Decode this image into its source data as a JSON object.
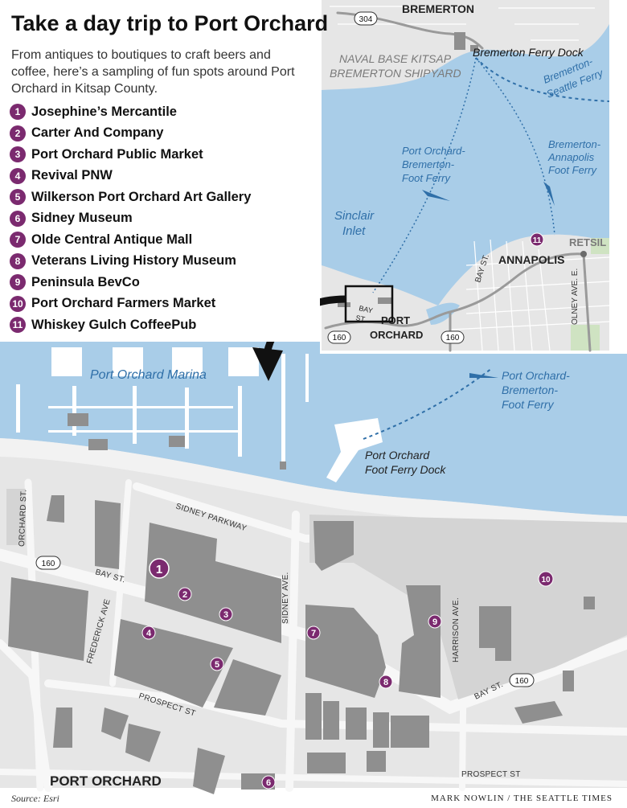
{
  "title": "Take a day trip to Port Orchard",
  "intro": "From antiques to boutiques to craft beers and coffee, here’s a sampling of fun spots around Port Orchard in Kitsap County.",
  "points_of_interest": [
    {
      "number": "1",
      "name": "Josephine’s Mercantile"
    },
    {
      "number": "2",
      "name": "Carter And Company"
    },
    {
      "number": "3",
      "name": "Port Orchard Public Market"
    },
    {
      "number": "4",
      "name": "Revival PNW"
    },
    {
      "number": "5",
      "name": "Wilkerson Port Orchard Art Gallery"
    },
    {
      "number": "6",
      "name": "Sidney Museum"
    },
    {
      "number": "7",
      "name": "Olde Central Antique Mall"
    },
    {
      "number": "8",
      "name": "Veterans Living History Museum"
    },
    {
      "number": "9",
      "name": "Peninsula BevCo"
    },
    {
      "number": "10",
      "name": "Port Orchard Farmers Market"
    },
    {
      "number": "11",
      "name": "Whiskey Gulch CoffeePub"
    }
  ],
  "inset_map": {
    "bremerton": "BREMERTON",
    "route_304": "304",
    "naval_base_line1": "NAVAL BASE KITSAP",
    "naval_base_line2": "BREMERTON SHIPYARD",
    "bremerton_ferry_dock": "Bremerton Ferry Dock",
    "bremerton_seattle_ferry_line1": "Bremerton-",
    "bremerton_seattle_ferry_line2": "Seattle Ferry",
    "po_foot_ferry_line1": "Port Orchard-",
    "po_foot_ferry_line2": "Bremerton-",
    "po_foot_ferry_line3": "Foot Ferry",
    "annapolis_foot_ferry_line1": "Bremerton-",
    "annapolis_foot_ferry_line2": "Annapolis",
    "annapolis_foot_ferry_line3": "Foot Ferry",
    "sinclair_line1": "Sinclair",
    "sinclair_line2": "Inlet",
    "retsil": "RETSIL",
    "annapolis": "ANNAPOLIS",
    "bay_st": "BAY ST.",
    "bay_st_small_line1": "BAY",
    "bay_st_small_line2": "ST.",
    "port_line1": "PORT",
    "port_line2": "ORCHARD",
    "olney_ave": "OLNEY AVE. E.",
    "route_160_a": "160",
    "route_160_b": "160",
    "marker_11": "11"
  },
  "detail_map": {
    "marina": "Port Orchard Marina",
    "foot_ferry_line1": "Port Orchard-",
    "foot_ferry_line2": "Bremerton-",
    "foot_ferry_line3": "Foot Ferry",
    "dock_line1": "Port Orchard",
    "dock_line2": "Foot Ferry Dock",
    "sidney_parkway": "SIDNEY PARKWAY",
    "orchard_st": "ORCHARD ST.",
    "bay_st_west": "BAY ST.",
    "bay_st_east": "BAY ST.",
    "frederick_ave": "FREDERICK AVE",
    "sidney_ave": "SIDNEY AVE.",
    "harrison_ave": "HARRISON AVE.",
    "prospect_st_west": "PROSPECT ST",
    "prospect_st_east": "PROSPECT ST",
    "port_orchard": "PORT ORCHARD",
    "route_160_west": "160",
    "route_160_east": "160"
  },
  "source": "Source: Esri",
  "credit": "MARK NOWLIN / THE SEATTLE TIMES",
  "colors": {
    "water": "#a9cde8",
    "land": "#e6e6e6",
    "road": "#f7f7f7",
    "building": "#8f8f8f",
    "marker": "#7b2a6f",
    "water_label": "#2f6fa8",
    "park": "#cfe3c2"
  }
}
